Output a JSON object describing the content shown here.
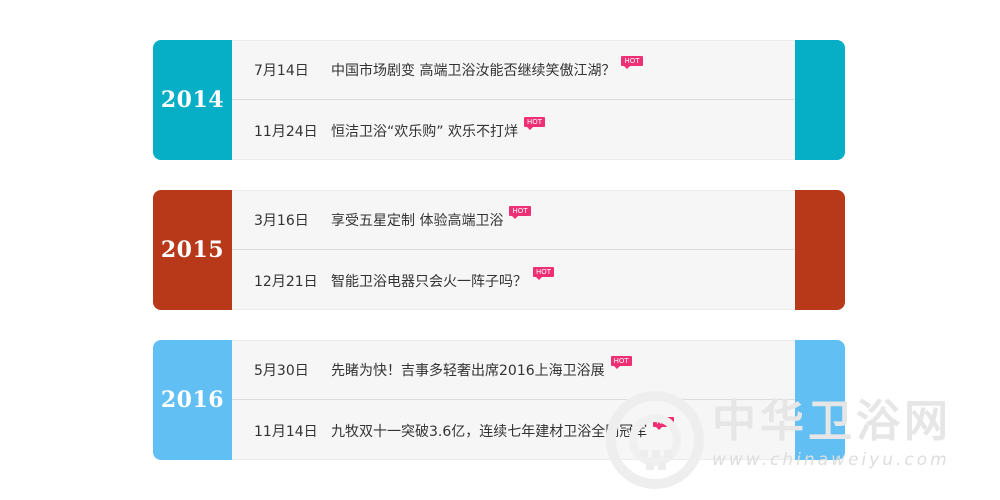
{
  "colors": {
    "y2014": "#06aec6",
    "y2015": "#b7391a",
    "y2016": "#61bff3",
    "hot": "#ee2f73"
  },
  "badge_label": "HOT",
  "groups": [
    {
      "year": "2014",
      "items": [
        {
          "date": "7月14日",
          "title": "中国市场剧变  高端卫浴汝能否继续笑傲江湖？"
        },
        {
          "date": "11月24日",
          "title": "恒洁卫浴“欢乐购” 欢乐不打烊"
        }
      ]
    },
    {
      "year": "2015",
      "items": [
        {
          "date": "3月16日",
          "title": "享受五星定制  体验高端卫浴"
        },
        {
          "date": "12月21日",
          "title": "智能卫浴电器只会火一阵子吗？"
        }
      ]
    },
    {
      "year": "2016",
      "items": [
        {
          "date": "5月30日",
          "title": "先睹为快！吉事多轻奢出席2016上海卫浴展"
        },
        {
          "date": "11月14日",
          "title": "九牧双十一突破3.6亿，连续七年建材卫浴全网冠军"
        }
      ]
    }
  ],
  "watermark": {
    "text": "中华卫浴网",
    "url": "www.chinaweiyu.com"
  }
}
